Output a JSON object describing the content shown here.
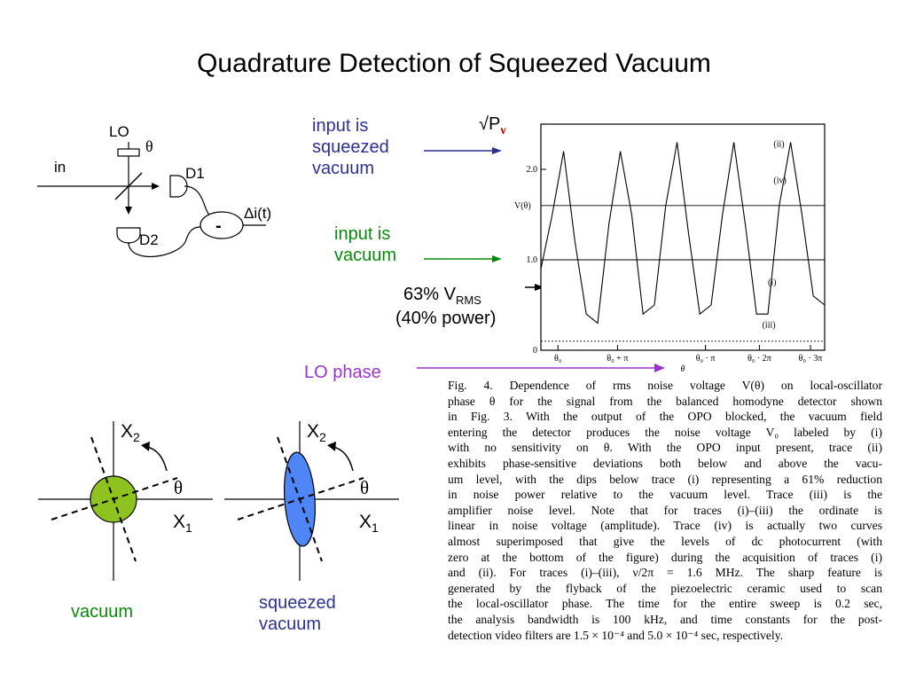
{
  "title": "Quadrature Detection of Squeezed Vacuum",
  "setup": {
    "lo": "LO",
    "theta": "θ",
    "in": "in",
    "d1": "D1",
    "d2": "D2",
    "minus": "-",
    "delta_i": "Δi(t)"
  },
  "annotations": {
    "squeezed_input": [
      "input is",
      "squeezed",
      "vacuum"
    ],
    "vacuum_input": [
      "input is",
      "vacuum"
    ],
    "vrms": "63% V",
    "vrms_sub": "RMS",
    "power": "(40% power)",
    "lo_phase": "LO phase",
    "sqrt_p": "√P",
    "sqrt_p_sub": "ν"
  },
  "phase_space": {
    "x2": "X",
    "x2_sub": "2",
    "x1": "X",
    "x1_sub": "1",
    "theta": "θ",
    "vacuum_label": "vacuum",
    "squeezed_label": [
      "squeezed",
      "vacuum"
    ],
    "vacuum_color": "#8dc21f",
    "squeezed_color": "#4f86f7"
  },
  "chart_data": {
    "type": "line",
    "ylabel": "V(θ)",
    "xlabel": "θ",
    "x_ticks": [
      "θ₀",
      "θ₀ + π",
      "θ₀ · π",
      "θ₀ · 2π",
      "θ₀ · 3π"
    ],
    "y_ticks": [
      "0",
      "1.0",
      "2.0"
    ],
    "ylim": [
      0,
      2.5
    ],
    "traces": [
      "(ii)",
      "(iv)",
      "(i)",
      "(iii)"
    ],
    "series": [
      {
        "name": "(ii)",
        "values": [
          0.9,
          1.5,
          2.2,
          1.2,
          0.4,
          0.3,
          1.4,
          2.2,
          1.5,
          0.4,
          0.5,
          1.6,
          2.3,
          1.3,
          0.4,
          0.5,
          1.5,
          2.3,
          1.4,
          0.4,
          0.4,
          1.6,
          2.3,
          1.5,
          0.6,
          0.5
        ]
      },
      {
        "name": "(iv)",
        "values": [
          1.6,
          1.6,
          1.6,
          1.6,
          1.6,
          1.6,
          1.6,
          1.6,
          1.6,
          1.6,
          1.6,
          1.6,
          1.6,
          1.6,
          1.6,
          1.6,
          1.6,
          1.6,
          1.6,
          1.6,
          1.6,
          1.6,
          1.6,
          1.6,
          1.6,
          1.6
        ]
      },
      {
        "name": "(i)",
        "values": [
          1.0,
          1.0,
          1.0,
          1.0,
          1.0,
          1.0,
          1.0,
          1.0,
          1.0,
          1.0,
          1.0,
          1.0,
          1.0,
          1.0,
          1.0,
          1.0,
          1.0,
          1.0,
          1.0,
          1.0,
          1.0,
          1.0,
          1.0,
          1.0,
          1.0,
          1.0
        ]
      },
      {
        "name": "(iii)",
        "values": [
          0.1,
          0.1,
          0.1,
          0.1,
          0.1,
          0.1,
          0.1,
          0.1,
          0.1,
          0.1,
          0.1,
          0.1,
          0.1,
          0.1,
          0.1,
          0.1,
          0.1,
          0.1,
          0.1,
          0.1,
          0.1,
          0.1,
          0.1,
          0.1,
          0.1,
          0.1
        ]
      }
    ]
  },
  "caption_lines": [
    "Fig. 4.   Dependence of rms noise voltage V(θ) on local-oscillator",
    "phase θ for the signal from the balanced homodyne detector shown",
    "in Fig. 3.  With the output of the OPO blocked, the vacuum field",
    "entering the detector produces the noise voltage V₀ labeled by (i)",
    "with no sensitivity on θ.  With the OPO input present, trace (ii)",
    "exhibits phase-sensitive deviations both below and above the vacu-",
    "um level, with the dips below trace (i) representing a 61% reduction",
    "in noise power relative to the vacuum level.   Trace (iii) is the",
    "amplifier noise level.  Note that for traces (i)–(iii) the ordinate is",
    "linear in noise voltage (amplitude).  Trace (iv) is actually two curves",
    "almost superimposed that give the levels of dc photocurrent (with",
    "zero at the bottom of the figure) during the acquisition of traces (i)",
    "and (ii).  For traces (i)–(iii), ν/2π = 1.6 MHz.  The sharp feature is",
    "generated by the flyback of the piezoelectric ceramic used to scan",
    "the local-oscillator phase.  The time for the entire sweep is 0.2 sec,",
    "the analysis bandwidth is 100 kHz, and time constants for the post-",
    "detection video filters are 1.5 × 10⁻⁴ and 5.0 × 10⁻⁴ sec, respectively."
  ]
}
